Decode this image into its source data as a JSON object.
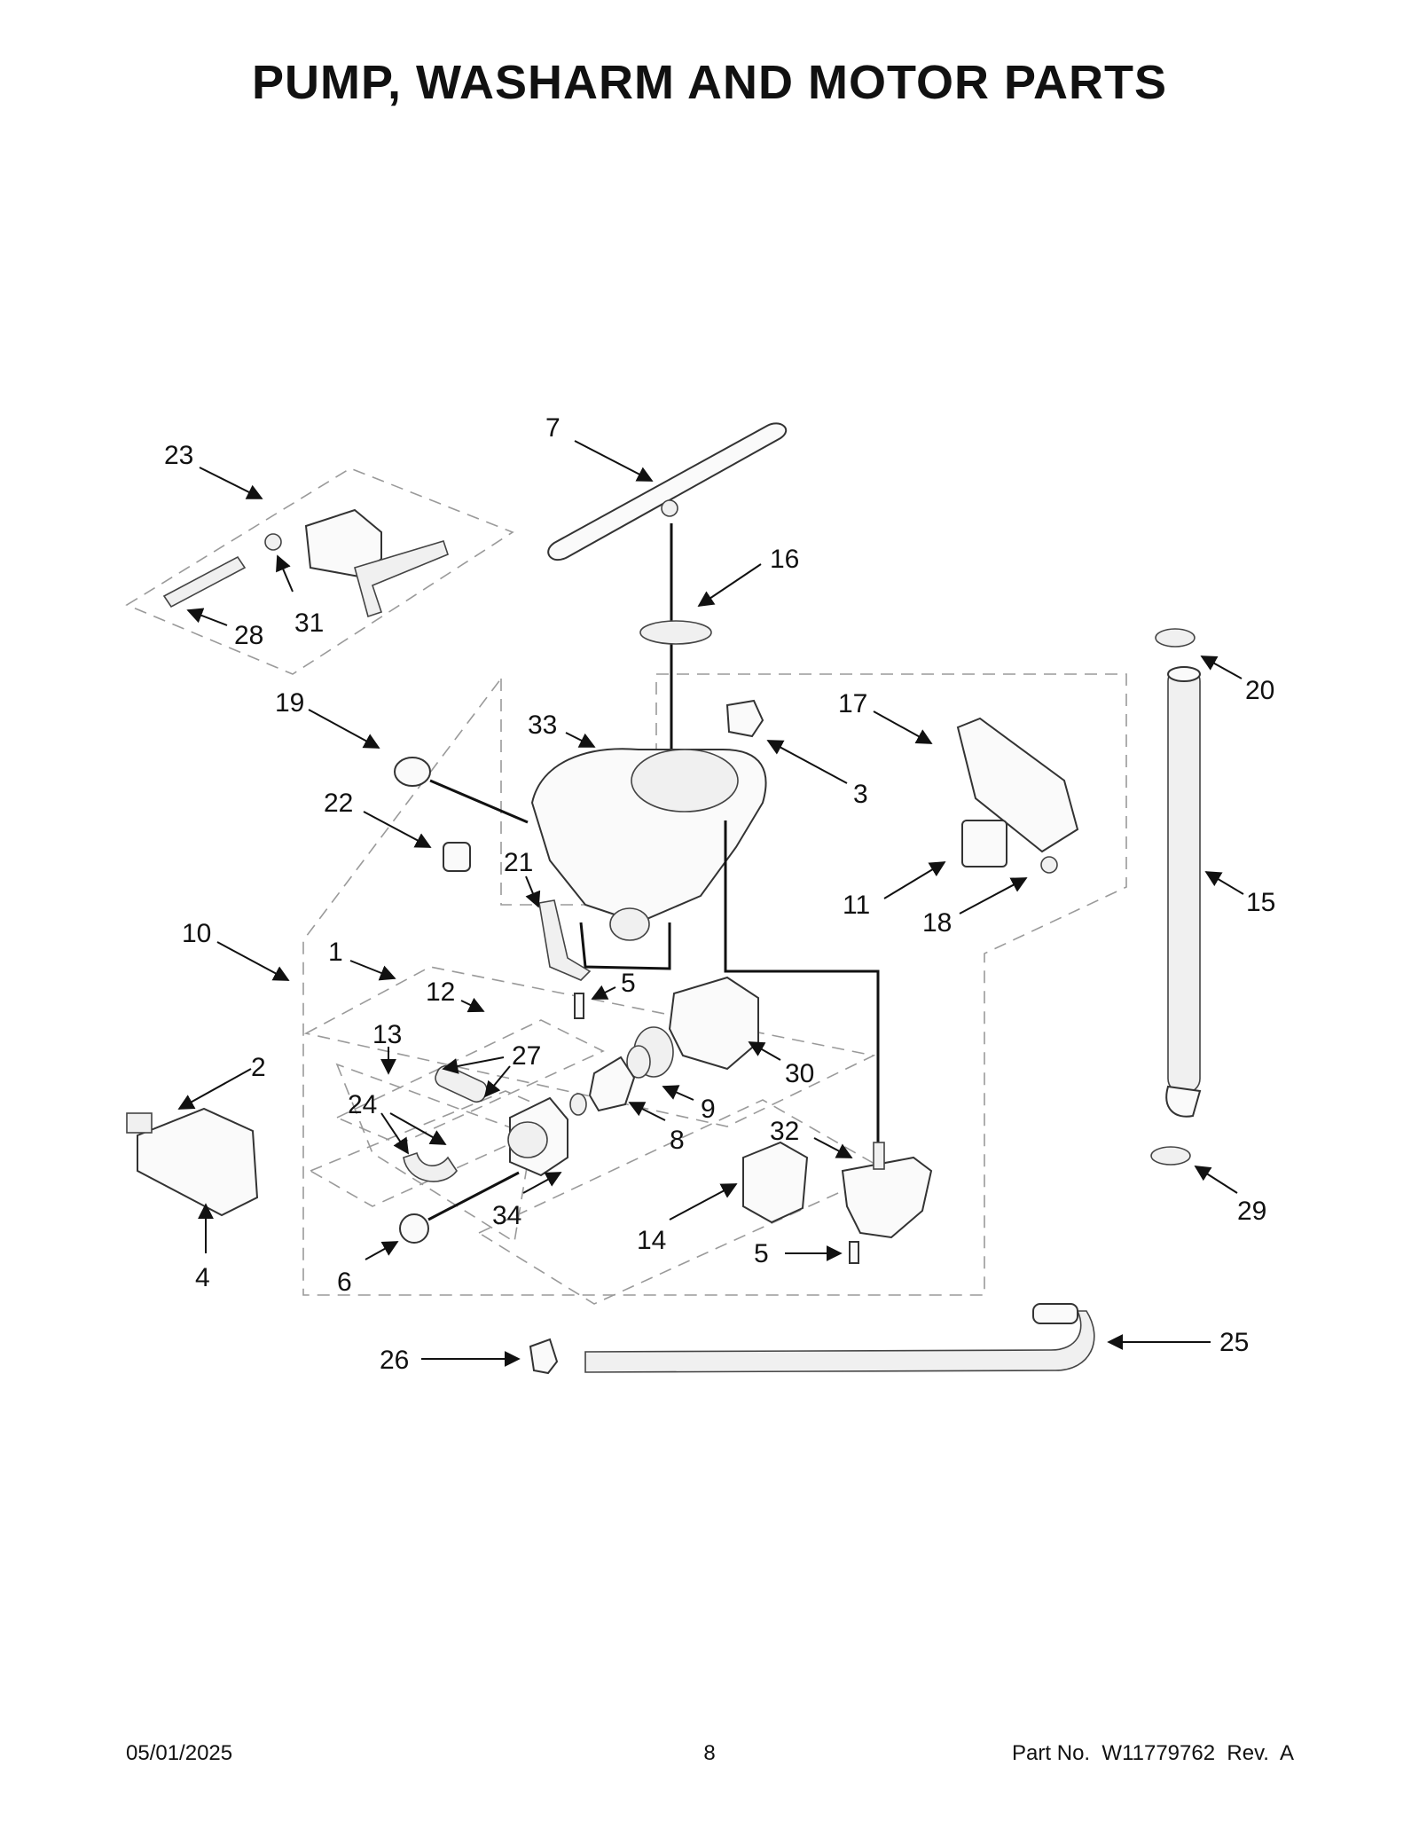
{
  "page": {
    "title": "PUMP, WASHARM AND MOTOR PARTS",
    "footer_date": "05/01/2025",
    "footer_page": "8",
    "footer_part": "Part No.  W11779762  Rev.  A"
  },
  "callouts": [
    "7",
    "23",
    "16",
    "31",
    "28",
    "20",
    "17",
    "19",
    "33",
    "3",
    "22",
    "21",
    "11",
    "18",
    "15",
    "10",
    "1",
    "5",
    "12",
    "13",
    "27",
    "30",
    "2",
    "24",
    "9",
    "8",
    "32",
    "34",
    "14",
    "4",
    "6",
    "5",
    "29",
    "26",
    "25"
  ]
}
